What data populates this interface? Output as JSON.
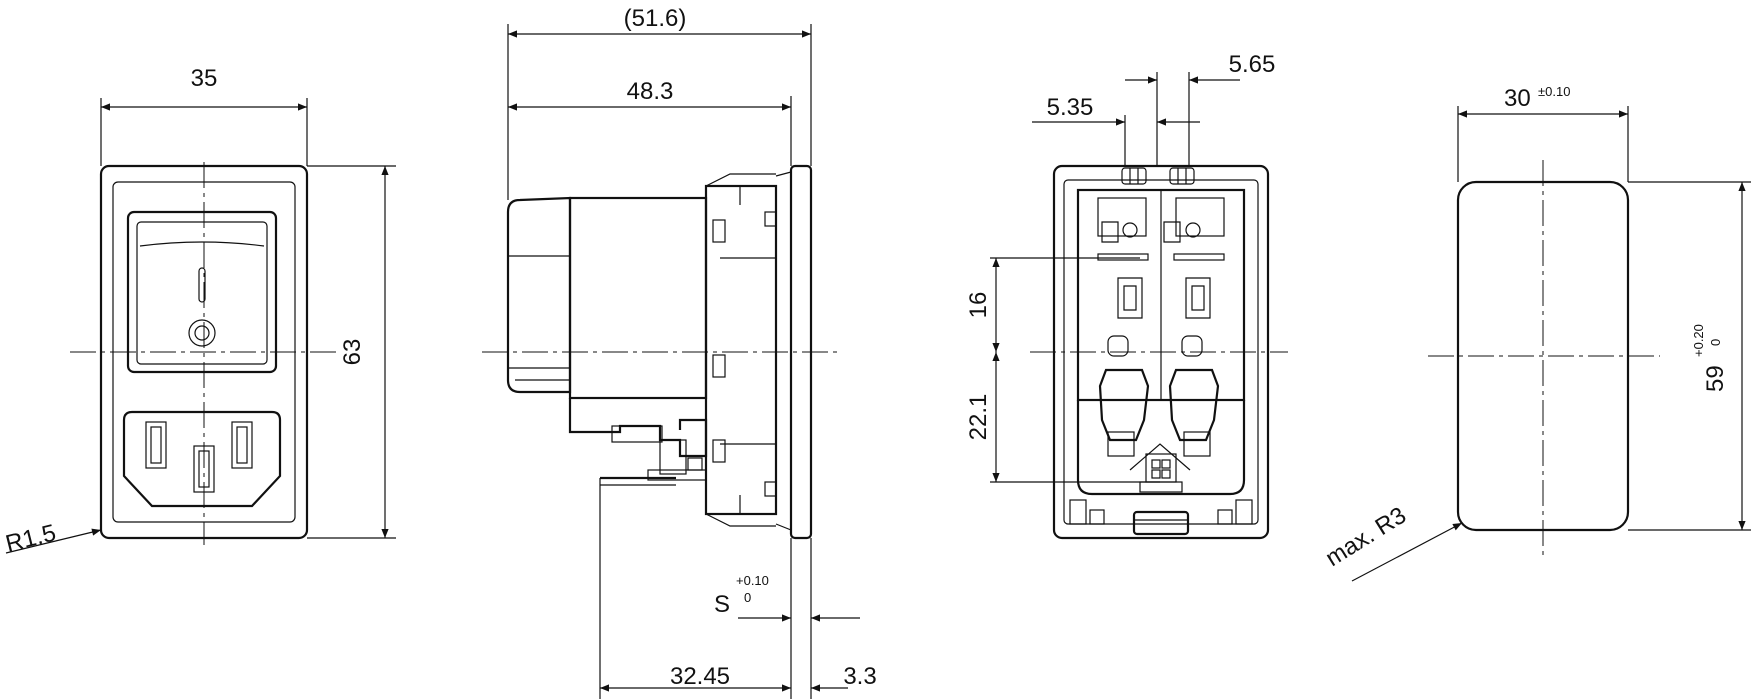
{
  "front_view": {
    "width_label": "35",
    "height_label": "63",
    "radius_label": "R1.5"
  },
  "side_view": {
    "overall_depth_label": "(51.6)",
    "body_depth_label": "48.3",
    "panel_thickness_symbol": "S",
    "panel_tolerance_upper": "+0.10",
    "panel_tolerance_lower": "0",
    "terminal_length_label": "32.45",
    "flange_label": "3.3"
  },
  "rear_view": {
    "left_offset_label": "5.35",
    "right_offset_label": "5.65",
    "upper_height_label": "16",
    "lower_height_label": "22.1"
  },
  "panel_cutout": {
    "width_label": "30",
    "width_tolerance": "±0.10",
    "height_label": "59",
    "height_tolerance_upper": "+0.20",
    "height_tolerance_lower": "0",
    "corner_radius_label": "max. R3"
  }
}
